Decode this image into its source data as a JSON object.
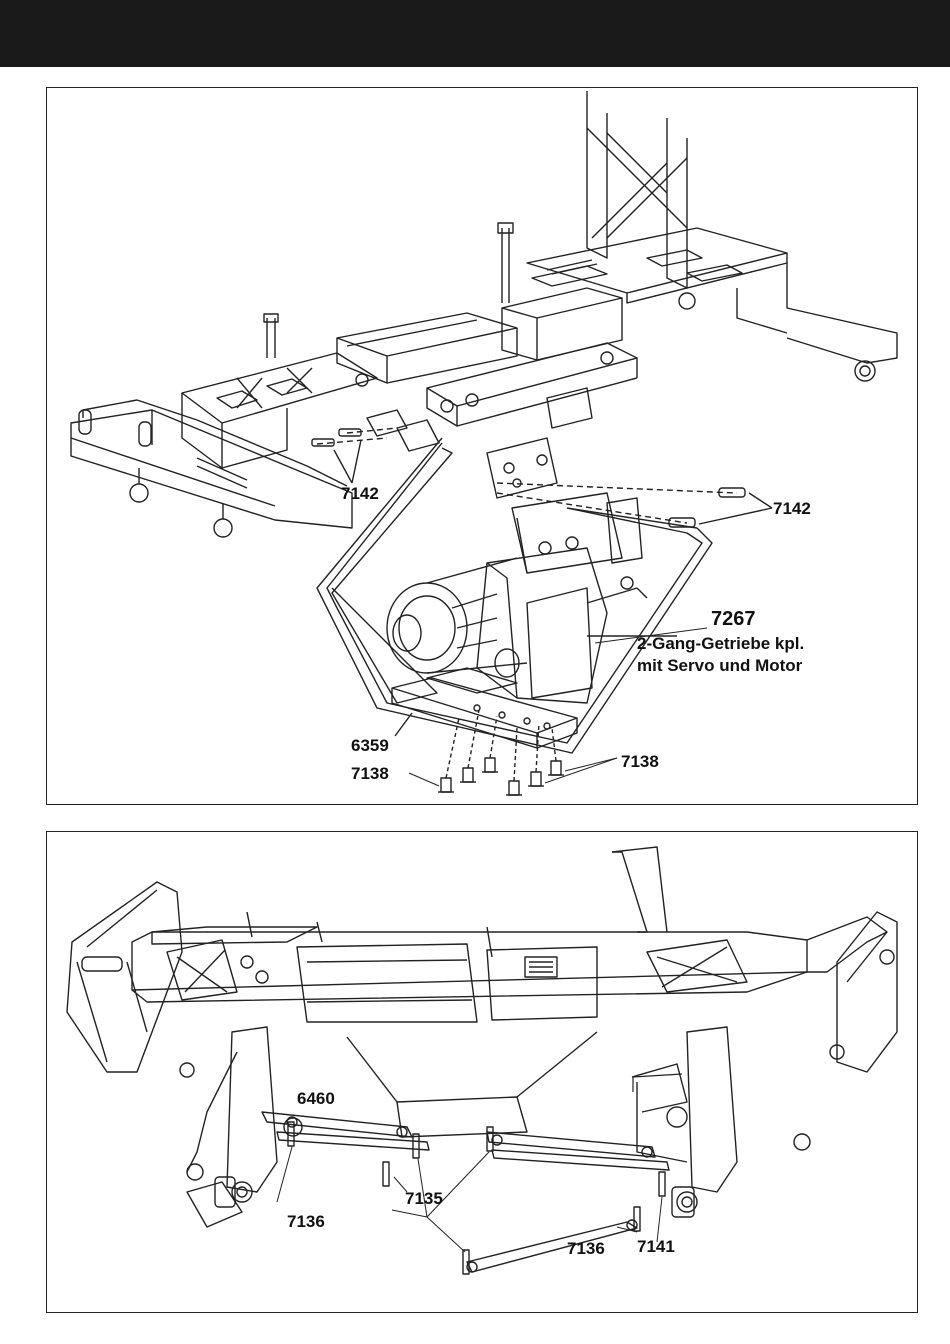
{
  "top_panel": {
    "labels": {
      "p7142_left": "7142",
      "p7142_right": "7142",
      "p7267": "7267",
      "p7267_line1": "2-Gang-Getriebe kpl.",
      "p7267_line2": "mit Servo und Motor",
      "p6359": "6359",
      "p7138_left": "7138",
      "p7138_right": "7138"
    }
  },
  "bottom_panel": {
    "labels": {
      "p6460": "6460",
      "p7135": "7135",
      "p7136_left": "7136",
      "p7136_right": "7136",
      "p7141": "7141"
    }
  }
}
